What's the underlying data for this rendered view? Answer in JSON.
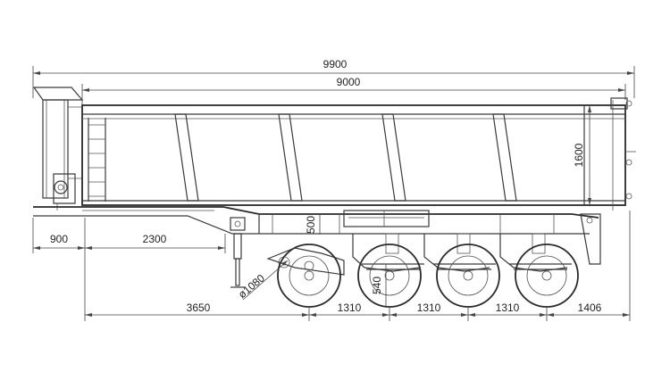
{
  "dimensions": {
    "overall_length": "9900",
    "body_length": "9000",
    "body_height": "1600",
    "front_overhang": "900",
    "kingpin_to_leg": "2300",
    "kingpin_to_axle": "3650",
    "axle_spacing_1": "1310",
    "axle_spacing_2": "1310",
    "axle_spacing_3": "1310",
    "rear_overhang": "1406",
    "tire_diameter": "ø1080",
    "frame_height": "500",
    "suspension_height": "540"
  }
}
